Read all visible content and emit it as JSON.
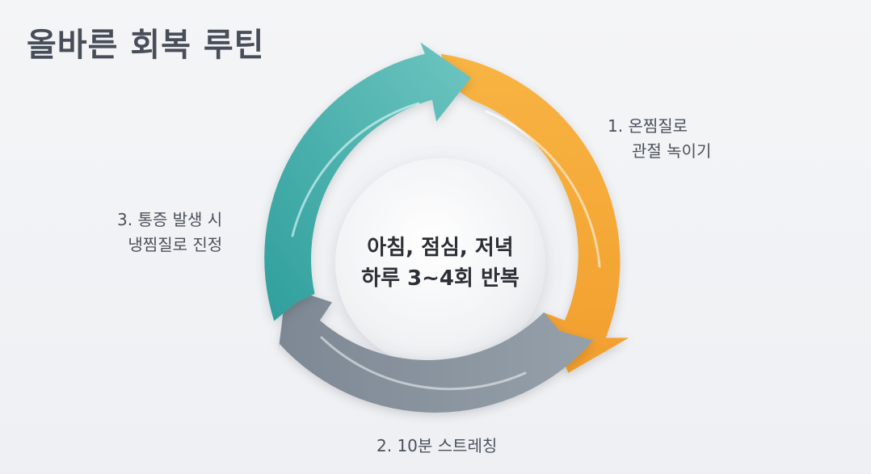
{
  "title": "올바른 회복 루틴",
  "center": {
    "line1": "아침, 점심, 저녁",
    "line2": "하루 3~4회 반복"
  },
  "steps": [
    {
      "line1": "1. 온찜질로",
      "line2": "관절 녹이기",
      "color": "#f5a63a"
    },
    {
      "line1": "2. 10분 스트레칭",
      "color": "#8894a0"
    },
    {
      "line1": "3. 통증 발생 시",
      "line2": "냉찜질로 진정",
      "color": "#3aa6a4"
    }
  ]
}
